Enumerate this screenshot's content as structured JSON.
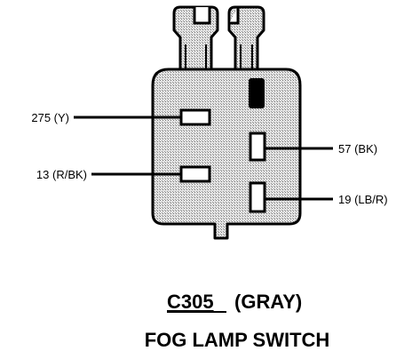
{
  "connector": {
    "id": "C305",
    "color_label": "(GRAY)",
    "name": "FOG LAMP SWITCH"
  },
  "pins": [
    {
      "label": "275 (Y)"
    },
    {
      "label": "13 (R/BK)"
    },
    {
      "label": "57 (BK)"
    },
    {
      "label": "19 (LB/R)"
    }
  ],
  "colors": {
    "body_fill": "#d7d7d7",
    "outline": "#000000"
  }
}
